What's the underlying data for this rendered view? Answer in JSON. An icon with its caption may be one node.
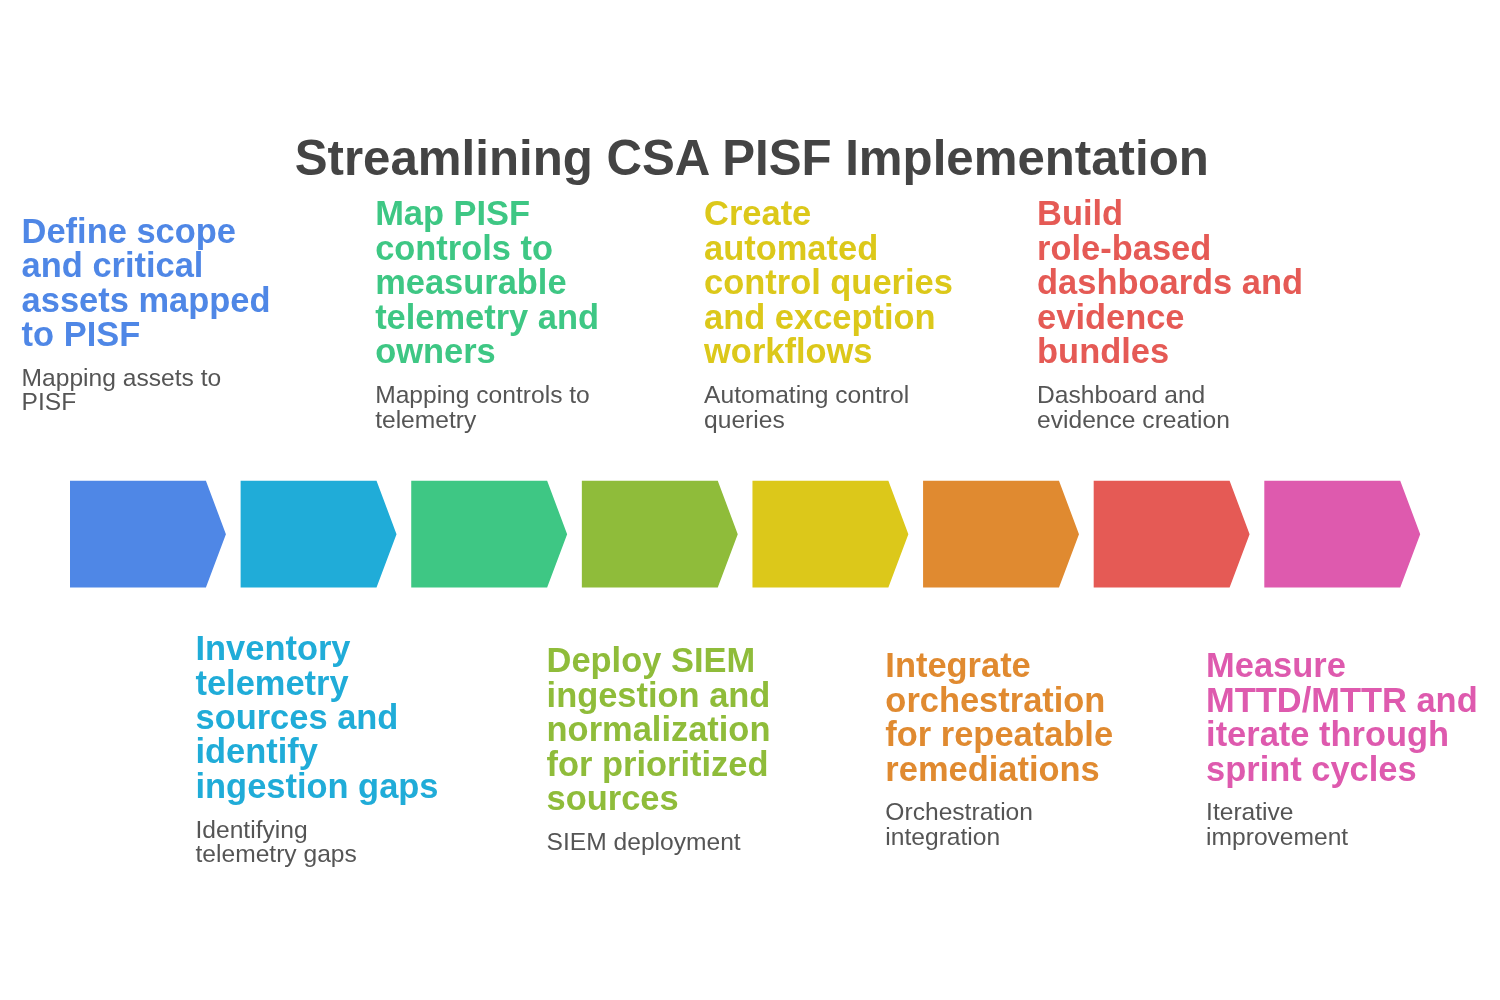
{
  "diagram": {
    "title": "Streamlining CSA PISF Implementation",
    "nodes": [
      {
        "text": [],
        "shape": "chevron",
        "beside": [
          "Define scope and critical assets mapped to PISF",
          "Mapping assets to PISF"
        ]
      },
      {
        "text": [],
        "shape": "chevron",
        "beside": [
          "Inventory telemetry sources and identify ingestion gaps",
          "Identifying telemetry gaps"
        ]
      },
      {
        "text": [],
        "shape": "chevron",
        "beside": [
          "Map PISF controls to measurable telemetry and owners",
          "Mapping controls to telemetry"
        ]
      },
      {
        "text": [],
        "shape": "chevron",
        "beside": [
          "Deploy SIEM ingestion and normalization for prioritized sources",
          "SIEM deployment"
        ]
      },
      {
        "text": [],
        "shape": "chevron",
        "beside": [
          "Create automated control queries and exception workflows",
          "Automating control queries"
        ]
      },
      {
        "text": [],
        "shape": "chevron",
        "beside": [
          "Integrate orchestration for repeatable remediations",
          "Orchestration integration"
        ]
      },
      {
        "text": [],
        "shape": "chevron",
        "beside": [
          "Build role-based dashboards and evidence bundles",
          "Dashboard and evidence creation"
        ]
      },
      {
        "text": [],
        "shape": "chevron",
        "beside": [
          "Measure MTTD/MTTR and iterate through sprint cycles",
          "Iterative improvement"
        ]
      }
    ]
  }
}
